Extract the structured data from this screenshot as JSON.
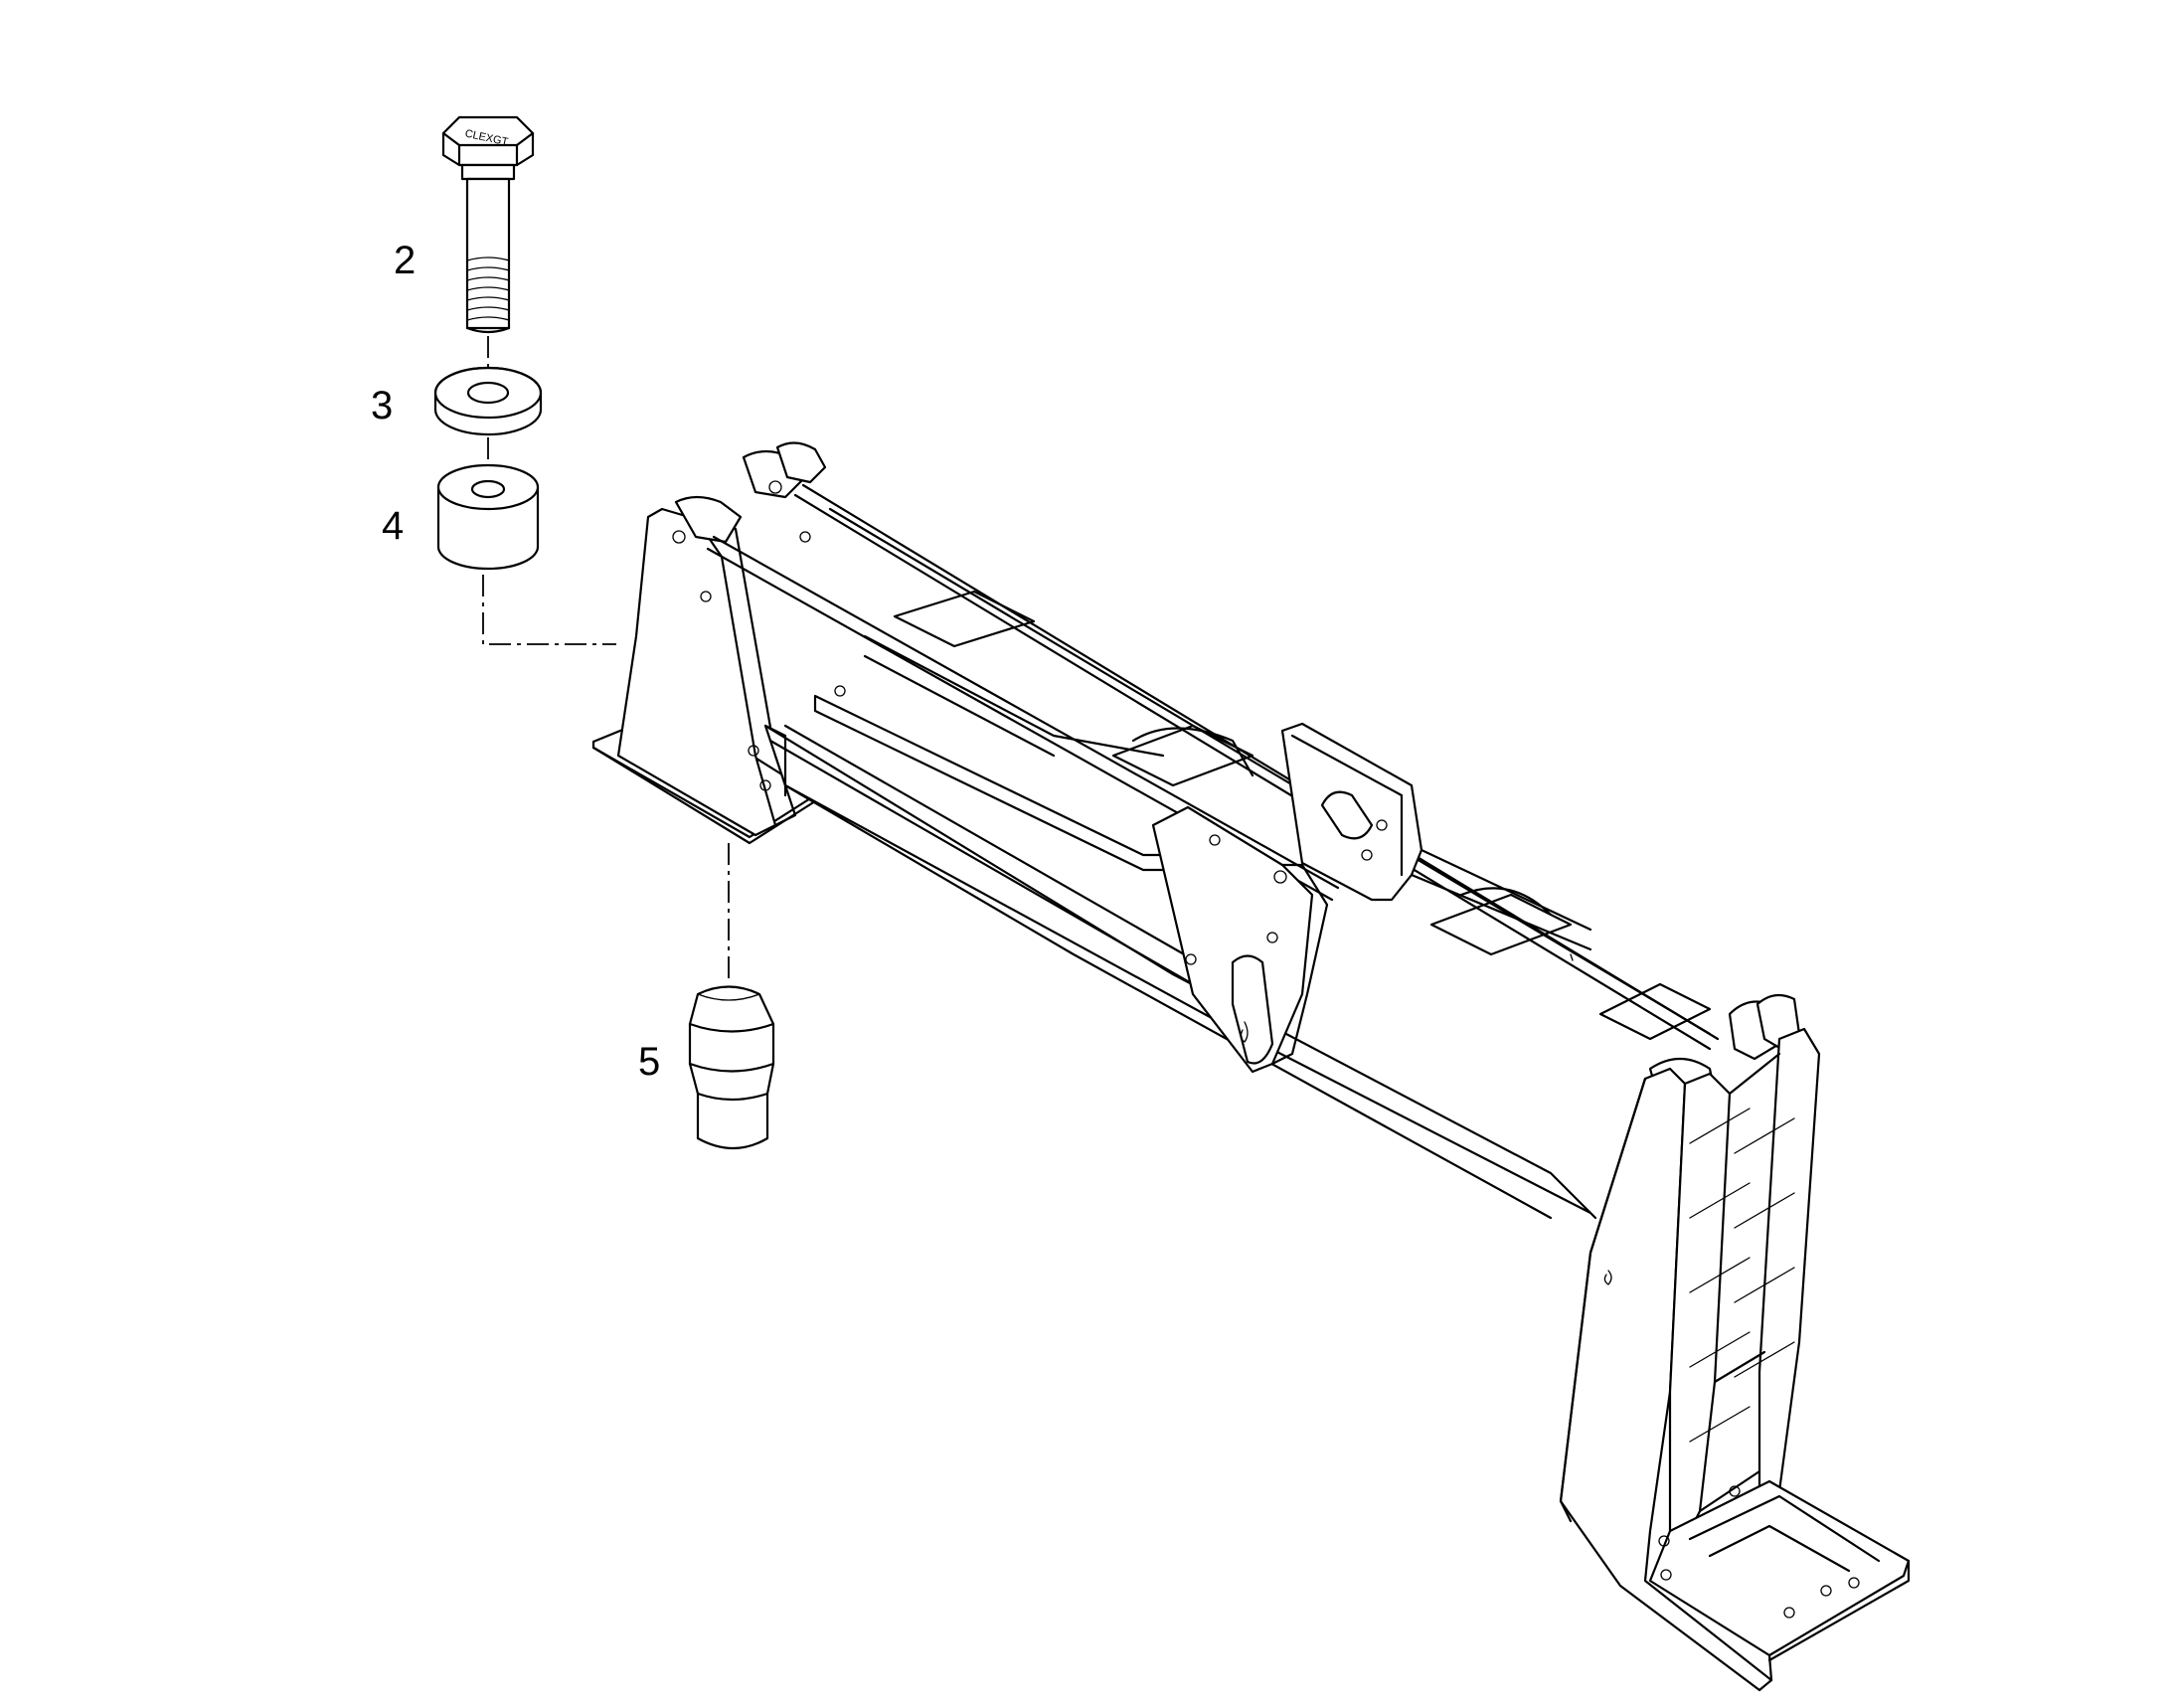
{
  "callouts": [
    {
      "id": "2",
      "label": "2",
      "part": "bolt"
    },
    {
      "id": "3",
      "label": "3",
      "part": "washer"
    },
    {
      "id": "4",
      "label": "4",
      "part": "spacer"
    },
    {
      "id": "5",
      "label": "5",
      "part": "rubber-buffer"
    }
  ],
  "bolt_head_marking": "CLEXGT",
  "colors": {
    "line": "#000000",
    "background": "#ffffff"
  }
}
